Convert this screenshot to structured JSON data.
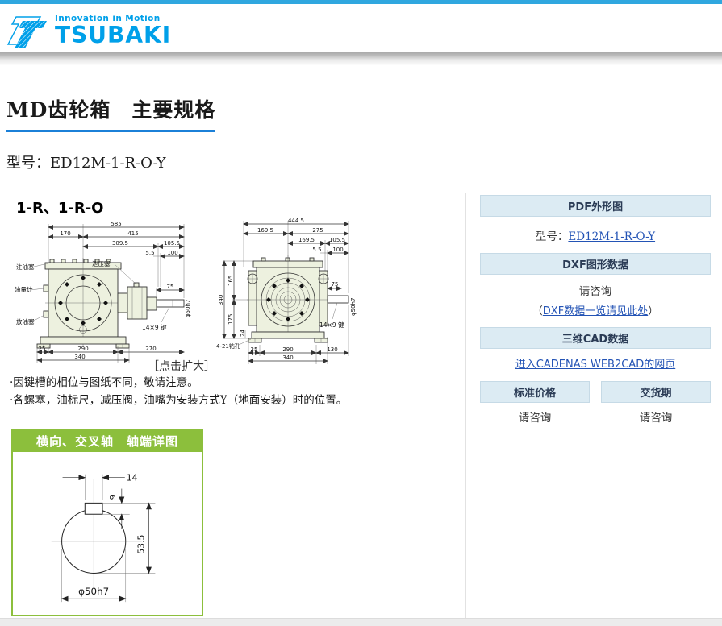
{
  "brand": {
    "tagline": "Innovation in Motion",
    "logotype": "TSUBAKI",
    "color": "#00A0E9"
  },
  "page": {
    "title": "MD齿轮箱　主要规格",
    "model_line": "型号：ED12M-1-R-O-Y"
  },
  "main": {
    "figure_heading": "1-R、1-R-O",
    "caption": "［点击扩大］",
    "notes": [
      "·因键槽的相位与图纸不同，敬请注意。",
      "·各螺塞，油标尺，减压阀，油嘴为安装方式Y（地面安装）时的位置。"
    ],
    "fig_left": {
      "dims_top": [
        "585",
        "170",
        "415",
        "309.5",
        "105.5",
        "5.5",
        "100"
      ],
      "dim_75": "75",
      "dims_bottom": [
        "25",
        "290",
        "270",
        "340"
      ],
      "labels": {
        "fill_plug": "注油塞",
        "oil_gauge": "油量计",
        "drain_plug": "放油塞",
        "relief_plug": "泄压塞"
      },
      "shaft_dia": "φ50h7",
      "key": "14×9 键"
    },
    "fig_right": {
      "dims_top": [
        "444.5",
        "169.5",
        "275",
        "169.5",
        "105.5",
        "5.5",
        "100"
      ],
      "dims_left": [
        "340",
        "165",
        "175",
        "24"
      ],
      "dim_75": "75",
      "dims_bottom": [
        "25",
        "290",
        "130",
        "340"
      ],
      "shaft_dia": "φ50h7",
      "key": "14×9 键",
      "drill_note": "4-21钻孔"
    },
    "detail": {
      "header": "横向、交叉轴　轴端详图",
      "key_width": "14",
      "key_height": "9",
      "height": "53.5",
      "diameter": "φ50h7"
    }
  },
  "sidebar": {
    "pdf": {
      "header": "PDF外形图",
      "model_label": "型号：",
      "model_link": "ED12M-1-R-O-Y"
    },
    "dxf": {
      "header": "DXF图形数据",
      "consult": "请咨询",
      "link_prefix": "（",
      "link": "DXF数据一览请见此处",
      "link_suffix": "）"
    },
    "cad": {
      "header": "三维CAD数据",
      "link": "进入CADENAS WEB2CAD的网页"
    },
    "price": {
      "header": "标准价格",
      "value": "请咨询"
    },
    "delivery": {
      "header": "交货期",
      "value": "请咨询"
    }
  },
  "colors": {
    "brand_blue": "#00A0E9",
    "topbar_blue": "#2FA7DF",
    "title_underline": "#1B80D8",
    "link_blue": "#2353B5",
    "sidebar_box_bg": "#DCEBF3",
    "sidebar_box_border": "#C6DAE6",
    "detail_green": "#8CBF3C",
    "drawing_fill": "#EDF1DF"
  }
}
